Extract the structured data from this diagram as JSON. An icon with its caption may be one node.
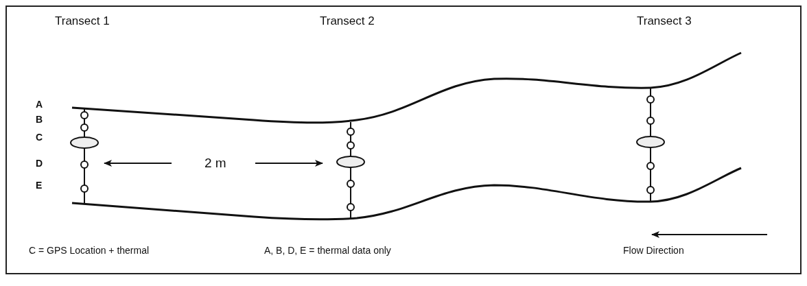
{
  "diagram": {
    "labels": [
      "Transect 1",
      "Transect 2",
      "Transect 3",
      "A",
      "B",
      "C",
      "D",
      "E",
      "2 m",
      "C = GPS Location + thermal",
      "A, B, D, E = thermal data only",
      "Flow Direction"
    ]
  }
}
